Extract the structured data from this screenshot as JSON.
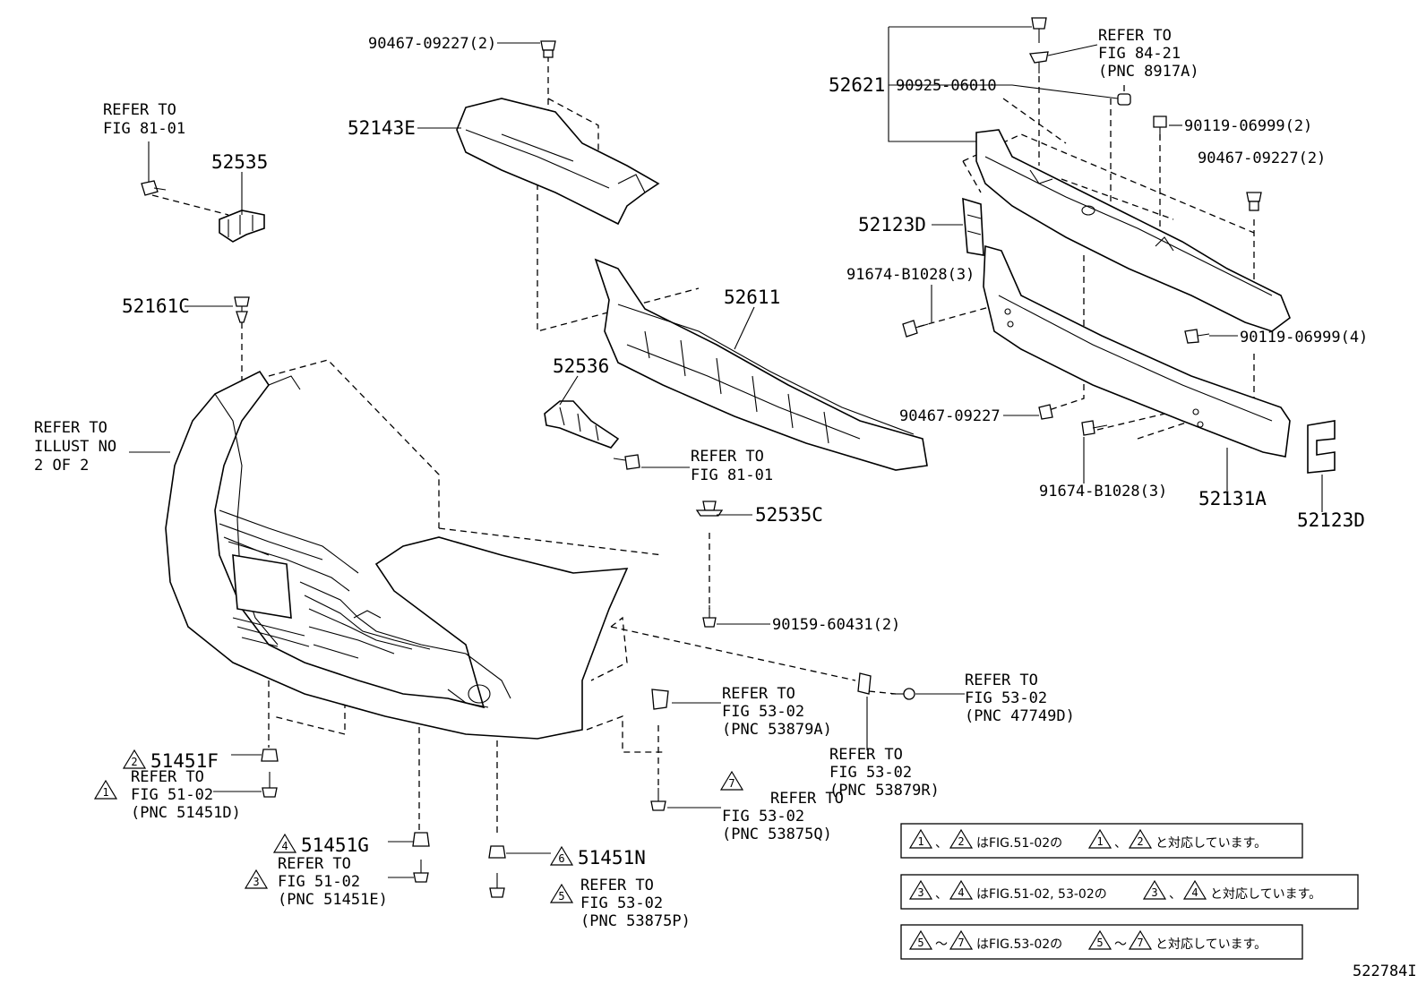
{
  "labels": {
    "refer_81_top": [
      "REFER TO",
      "FIG 81-01"
    ],
    "p52535": "52535",
    "bolt_90467_top": "90467-09227(2)",
    "p52143E": "52143E",
    "refer_84_21": [
      "REFER TO",
      "FIG 84-21",
      "(PNC 8917A)"
    ],
    "p52621": "52621",
    "clip_90925": "90925-06010",
    "bolt_90119_2": "90119-06999(2)",
    "bolt_90467_right": "90467-09227(2)",
    "p52123D_top": "52123D",
    "bolt_91674_top": "91674-B1028(3)",
    "p52611": "52611",
    "bolt_90119_4": "90119-06999(4)",
    "p52161C": "52161C",
    "p52536": "52536",
    "refer_illust": [
      "REFER TO",
      "ILLUST NO",
      "2 OF 2"
    ],
    "refer_81_mid": [
      "REFER TO",
      "FIG 81-01"
    ],
    "bolt_90467_single": "90467-09227",
    "bolt_91674_bottom": "91674-B1028(3)",
    "p52131A": "52131A",
    "p52123D_bottom": "52123D",
    "p52535C": "52535C",
    "screw_90159": "90159-60431(2)",
    "refer_47749D": [
      "REFER TO",
      "FIG 53-02",
      "(PNC 47749D)"
    ],
    "refer_53879A": [
      "REFER TO",
      "FIG 53-02",
      "(PNC 53879A)"
    ],
    "refer_53879R": [
      "REFER TO",
      "FIG 53-02",
      "(PNC 53879R)"
    ],
    "refer_53875Q": [
      "REFER TO",
      "FIG 53-02",
      "(PNC 53875Q)"
    ],
    "p51451F": "51451F",
    "refer_51451D": [
      "REFER TO",
      "FIG 51-02",
      "(PNC 51451D)"
    ],
    "p51451G": "51451G",
    "refer_51451E": [
      "REFER TO",
      "FIG 51-02",
      "(PNC 51451E)"
    ],
    "p51451N": "51451N",
    "refer_53875P": [
      "REFER TO",
      "FIG 53-02",
      "(PNC 53875P)"
    ],
    "figure_id": "522784I"
  },
  "markers": {
    "m1": "1",
    "m2": "2",
    "m3": "3",
    "m4": "4",
    "m5": "5",
    "m6": "6",
    "m7": "7"
  },
  "notes": [
    {
      "a": "1",
      "sep": "、",
      "b": "2",
      "mid": "はFIG.51-02の",
      "c": "1",
      "sep2": "、",
      "d": "2",
      "tail": "と対応しています。"
    },
    {
      "a": "3",
      "sep": "、",
      "b": "4",
      "mid": "はFIG.51-02, 53-02の",
      "c": "3",
      "sep2": "、",
      "d": "4",
      "tail": "と対応しています。"
    },
    {
      "a": "5",
      "sep": "～",
      "b": "7",
      "mid": "はFIG.53-02の",
      "c": "5",
      "sep2": "～",
      "d": "7",
      "tail": "と対応しています。"
    }
  ]
}
